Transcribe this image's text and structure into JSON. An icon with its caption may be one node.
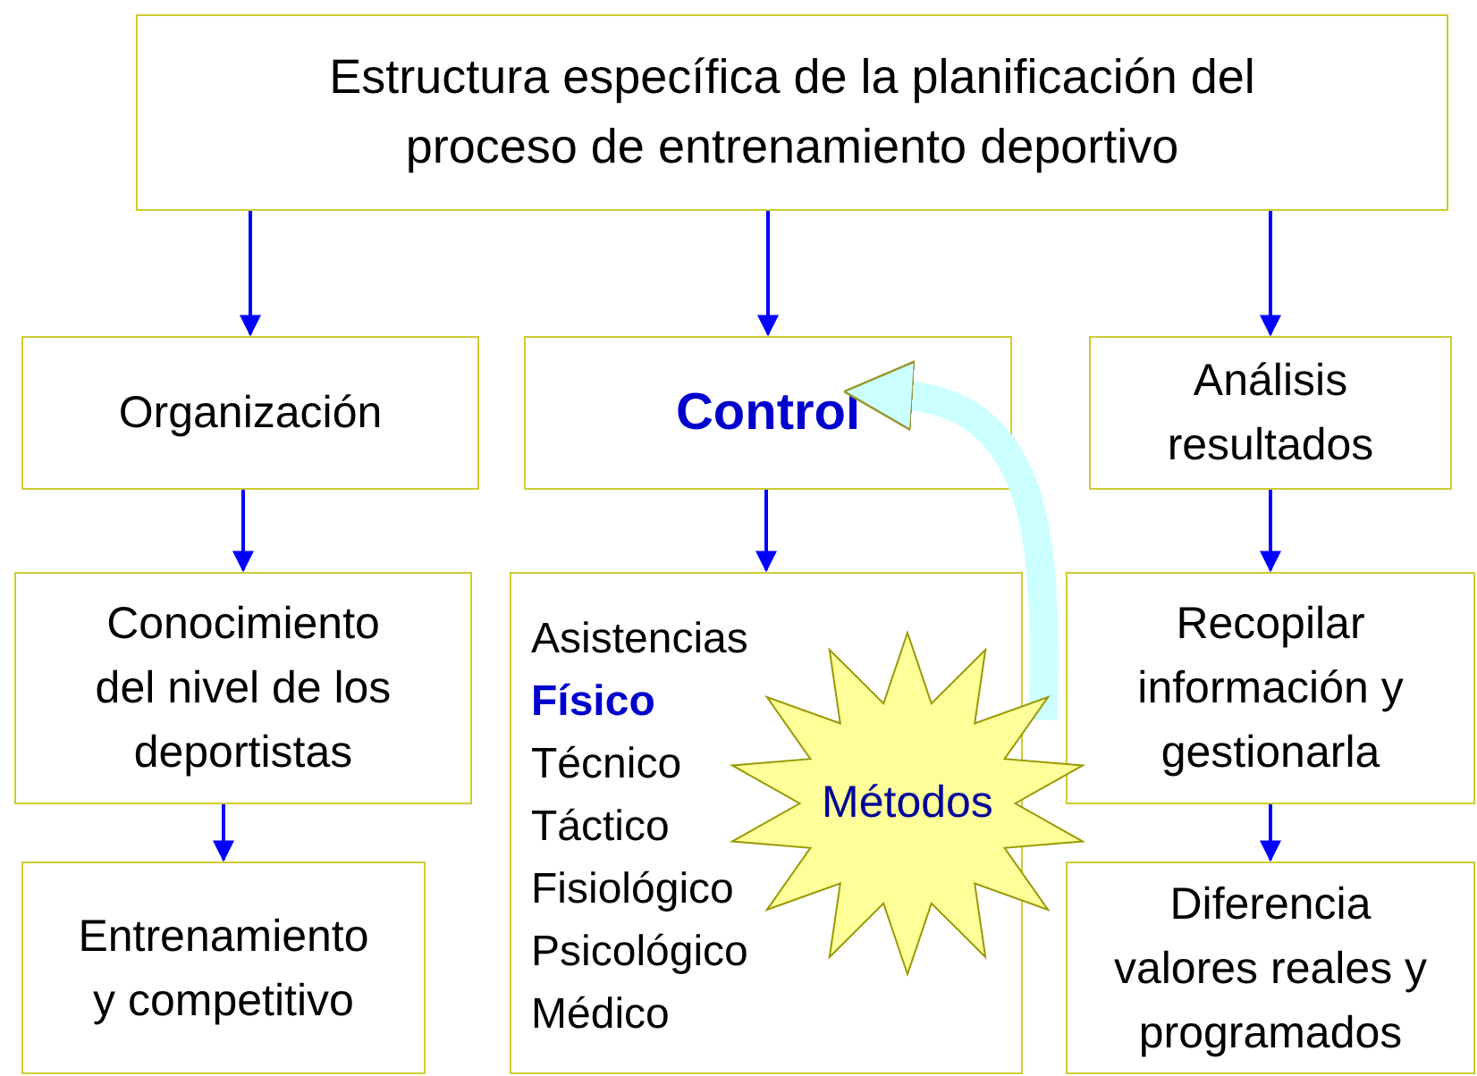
{
  "diagram": {
    "nodes": [
      {
        "text": [
          "Estructura específica de la planificación del proceso de entrenamiento deportivo"
        ]
      },
      {
        "text": [
          "Organización"
        ]
      },
      {
        "text": [
          "Control"
        ]
      },
      {
        "text": [
          "Análisis resultados"
        ]
      },
      {
        "text": [
          "Conocimiento del nivel de los deportistas"
        ]
      },
      {
        "text": [
          "Asistencias",
          "**Físico**",
          "Técnico",
          "Táctico",
          "Fisiológico",
          "Psicológico",
          "Médico"
        ]
      },
      {
        "text": [
          "Entrenamiento y competitivo"
        ]
      },
      {
        "text": [
          "Recopilar información y gestionarla"
        ]
      },
      {
        "text": [
          "Diferencia valores reales y programados"
        ]
      },
      {
        "text": [
          "Métodos"
        ]
      }
    ],
    "edges": [
      {
        "from": 0,
        "to": 1,
        "arrow": "to"
      },
      {
        "from": 0,
        "to": 2,
        "arrow": "to"
      },
      {
        "from": 0,
        "to": 3,
        "arrow": "to"
      },
      {
        "from": 1,
        "to": 4,
        "arrow": "to"
      },
      {
        "from": 2,
        "to": 5,
        "arrow": "to"
      },
      {
        "from": 3,
        "to": 7,
        "arrow": "to"
      },
      {
        "from": 4,
        "to": 6,
        "arrow": "to"
      },
      {
        "from": 7,
        "to": 8,
        "arrow": "to"
      },
      {
        "from": 9,
        "to": 2,
        "arrow": "to",
        "style": "thick",
        "color": "#ccffff"
      }
    ]
  }
}
